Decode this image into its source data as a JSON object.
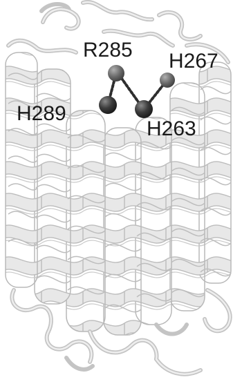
{
  "labels": {
    "r285": "R285",
    "h267": "H267",
    "h289": "H289",
    "h263": "H263"
  },
  "colors": {
    "ribbon_fill": "#e6e6e6",
    "ribbon_edge": "#b9b9b9",
    "ribbon_shade": "#cfcfcf",
    "atom_dark": "#3a3a3a",
    "atom_mid": "#6e6e6e",
    "bond_line": "#333333",
    "label_text": "#1a1a1a"
  }
}
